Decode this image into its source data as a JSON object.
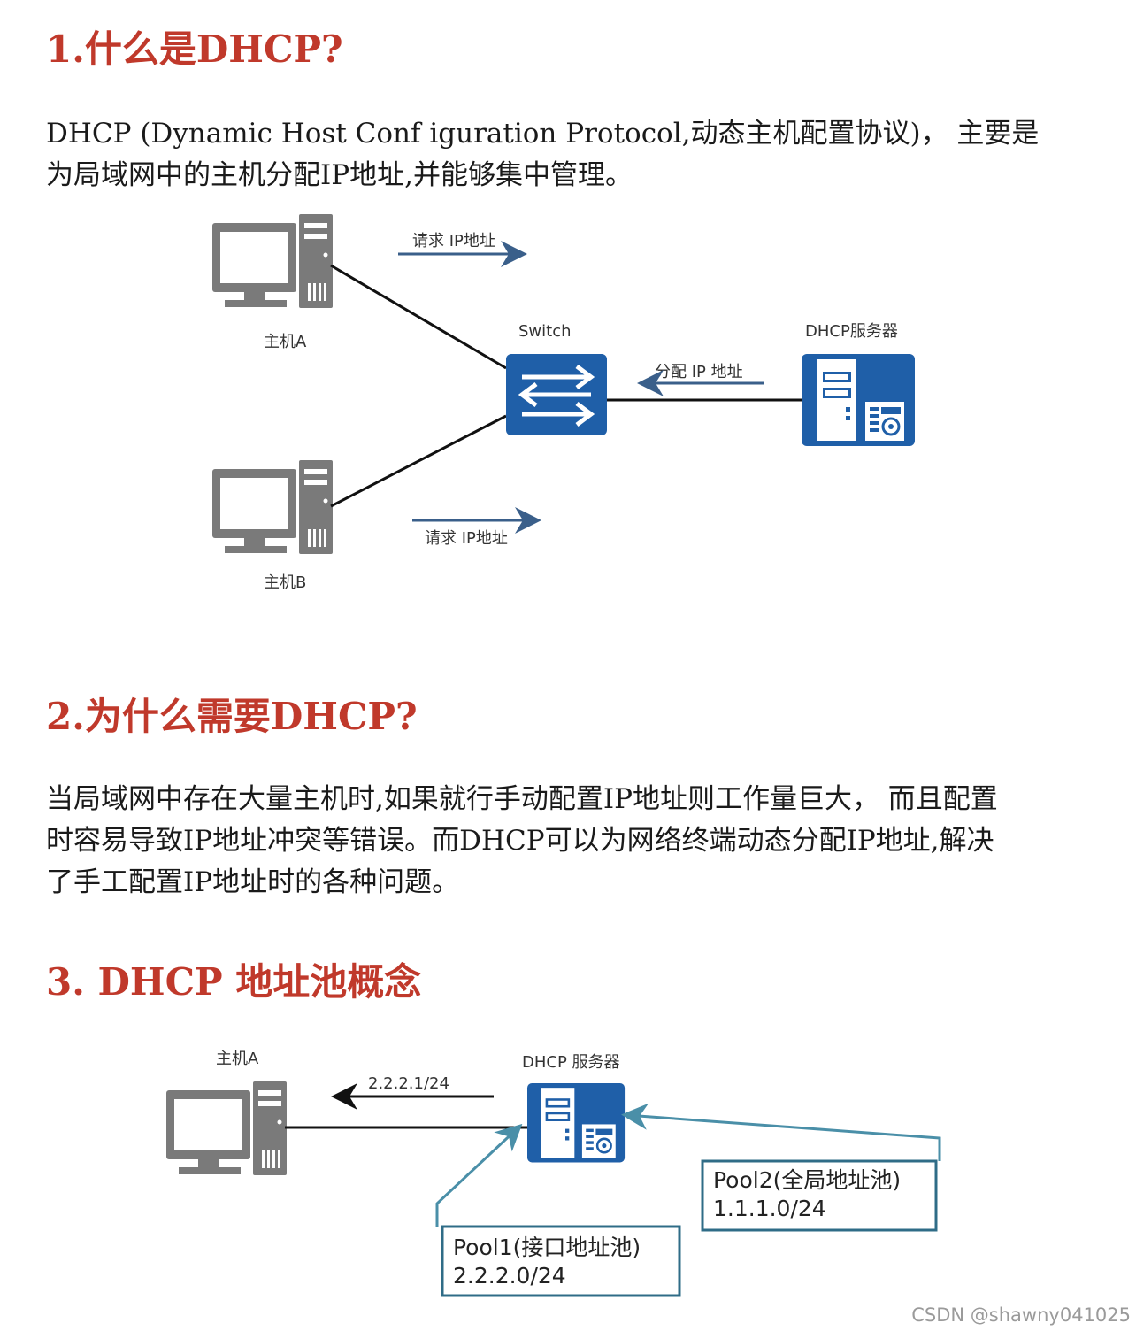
{
  "section1": {
    "heading": "1.什么是DHCP?",
    "paragraph_lines": [
      "DHCP (Dynamic Host Conf iguration Protocol,动态主机配置协议)， 主要是",
      "为局域网中的主机分配IP地址,并能够集中管理。"
    ],
    "diagram": {
      "host_a": "主机A",
      "host_b": "主机B",
      "switch": "Switch",
      "server": "DHCP服务器",
      "request_a": "请求 IP地址",
      "request_b": "请求 IP地址",
      "assign": "分配 IP 地址"
    }
  },
  "section2": {
    "heading": "2.为什么需要DHCP?",
    "paragraph_lines": [
      "当局域网中存在大量主机时,如果就行手动配置IP地址则工作量巨大， 而且配置",
      "时容易导致IP地址冲突等错误。而DHCP可以为网络终端动态分配IP地址,解决",
      "了手工配置IP地址时的各种问题。"
    ]
  },
  "section3": {
    "heading": "3. DHCP 地址池概念",
    "diagram": {
      "host": "主机A",
      "server": "DHCP 服务器",
      "address": "2.2.2.1/24",
      "pool1_name": "Pool1(接口地址池)",
      "pool1_net": "2.2.2.0/24",
      "pool2_name": "Pool2(全局地址池)",
      "pool2_net": "1.1.1.0/24"
    }
  },
  "watermark": "CSDN @shawny041025",
  "colors": {
    "heading": "#c0392b",
    "device_blue": "#1f5fa8",
    "computer_gray": "#707070",
    "pool_border": "#4a8fa8"
  },
  "icons": [
    "computer-icon",
    "switch-icon",
    "server-icon",
    "arrow-right-icon",
    "arrow-left-icon"
  ]
}
